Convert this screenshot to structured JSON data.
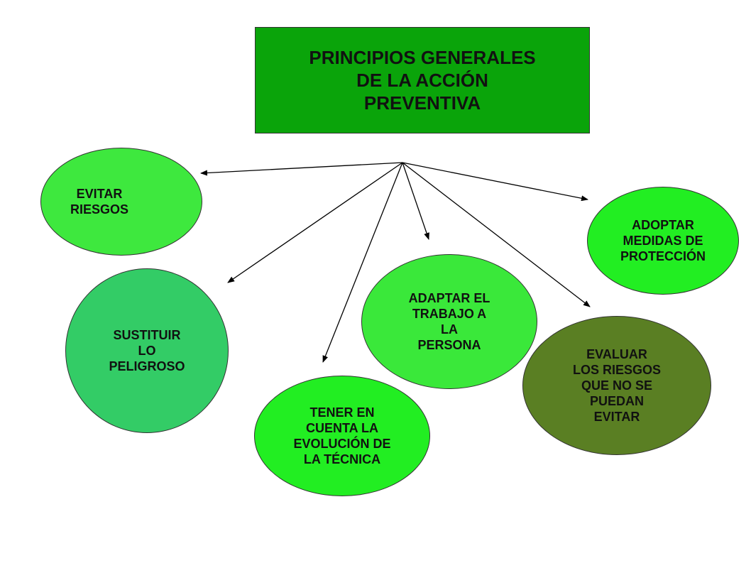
{
  "title": {
    "text": "PRINCIPIOS GENERALES\nDE LA ACCIÓN\nPREVENTIVA",
    "color": "#0aa40a"
  },
  "nodes": [
    {
      "id": "evitar-riesgos",
      "label": "EVITAR\nRIESGOS",
      "color": "#3ee83e"
    },
    {
      "id": "sustituir-peligroso",
      "label": "SUSTITUIR\nLO\nPELIGROSO",
      "color": "#33cc66"
    },
    {
      "id": "tener-en-cuenta",
      "label": "TENER EN\nCUENTA LA\nEVOLUCIÓN DE\nLA TÉCNICA",
      "color": "#22ee22"
    },
    {
      "id": "adaptar-trabajo",
      "label": "ADAPTAR EL\nTRABAJO A\nLA\nPERSONA",
      "color": "#3ae83a"
    },
    {
      "id": "evaluar-riesgos",
      "label": "EVALUAR\nLOS RIESGOS\nQUE NO SE\nPUEDAN\nEVITAR",
      "color": "#5a7f23"
    },
    {
      "id": "adoptar-medidas",
      "label": "ADOPTAR\nMEDIDAS DE\nPROTECCIÓN",
      "color": "#22ee22"
    }
  ]
}
